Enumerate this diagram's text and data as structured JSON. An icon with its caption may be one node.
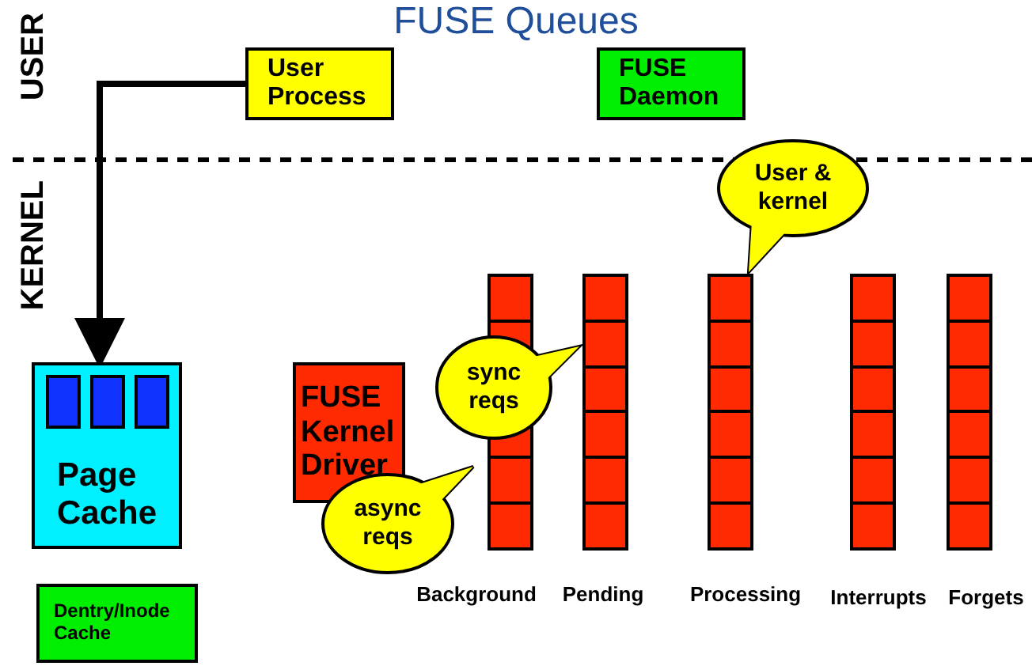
{
  "diagram": {
    "title": "FUSE Queues",
    "nodes": [
      {
        "text": [
          "User Process"
        ]
      },
      {
        "text": [
          "FUSE Daemon"
        ]
      },
      {
        "text": [
          "User & kernel"
        ]
      },
      {
        "text": [
          "Page Cache"
        ]
      },
      {
        "text": [
          "FUSE Kernel Driver"
        ]
      },
      {
        "text": [
          "sync reqs"
        ]
      },
      {
        "text": [
          "async reqs"
        ]
      },
      {
        "text": [],
        "shape": "bar"
      },
      {
        "text": [],
        "shape": "bar"
      },
      {
        "text": [],
        "shape": "bar"
      },
      {
        "text": [],
        "shape": "bar"
      },
      {
        "text": [],
        "shape": "bar"
      },
      {
        "text": [
          "Dentry/Inode Cache"
        ]
      }
    ],
    "edges": [
      {
        "from": 0,
        "to": 3,
        "arrow": "to"
      }
    ],
    "labels": [
      "USER",
      "KERNEL",
      "Background",
      "Pending",
      "Processing",
      "Interrupts",
      "Forgets"
    ]
  }
}
